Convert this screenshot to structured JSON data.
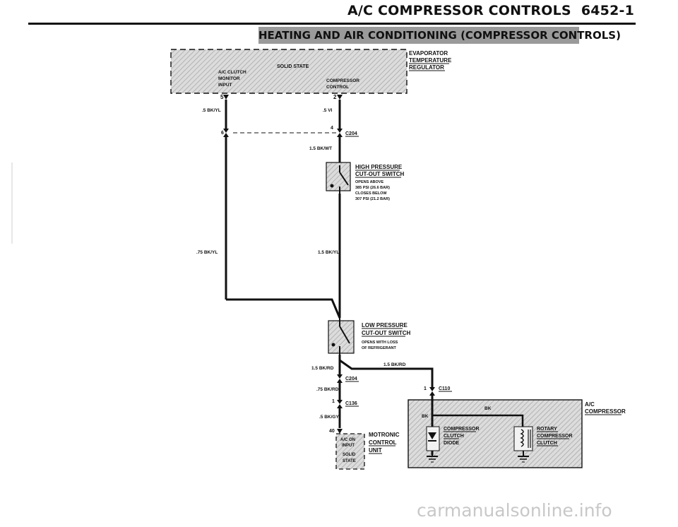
{
  "header": {
    "title": "A/C COMPRESSOR CONTROLS",
    "page_number": "6452-1"
  },
  "banner": "HEATING AND AIR CONDITIONING (COMPRESSOR CONTROLS)",
  "components": {
    "solid_state": "SOLID STATE",
    "ac_clutch_monitor": [
      "A/C CLUTCH",
      "MONITOR",
      "INPUT"
    ],
    "compressor_control": [
      "COMPRESSOR",
      "CONTROL"
    ],
    "evap_regulator": [
      "EVAPORATOR",
      "TEMPERATURE",
      "REGULATOR"
    ],
    "high_pressure_switch": {
      "title": [
        "HIGH PRESSURE",
        "CUT-OUT SWITCH"
      ],
      "notes": [
        "OPENS ABOVE",
        "385 PSI (26.6 BAR)",
        "CLOSES BELOW",
        "307 PSI (21.2 BAR)"
      ]
    },
    "low_pressure_switch": {
      "title": [
        "LOW PRESSURE",
        "CUT-OUT SWITCH"
      ],
      "notes": [
        "OPENS WITH LOSS",
        "OF REFRIGERANT"
      ]
    },
    "motronic": {
      "title": [
        "MOTRONIC",
        "CONTROL",
        "UNIT"
      ],
      "inner": [
        "A/C ON",
        "INPUT",
        "SOLID",
        "STATE"
      ]
    },
    "compressor_diode": [
      "COMPRESSOR",
      "CLUTCH",
      "DIODE"
    ],
    "rotary_clutch": [
      "ROTARY",
      "COMPRESSOR",
      "CLUTCH"
    ],
    "ac_compressor": [
      "A/C",
      "COMPRESSOR"
    ]
  },
  "wires": {
    "w_5bkyl": ".5 BK/YL",
    "w_5vi": ".5 VI",
    "w_15bkwt": "1.5 BK/WT",
    "w_75bkyl": ".75 BK/YL",
    "w_15bkyl": "1.5 BK/YL",
    "w_15bkrd_a": "1.5 BK/RD",
    "w_15bkrd_b": "1.5 BK/RD",
    "w_75bkrd": ".75 BK/RD",
    "w_5bkgy": ".5 BK/GY",
    "w_bk_a": "BK",
    "w_bk_b": "BK"
  },
  "connectors": {
    "c204_a": "C204",
    "c204_b": "C204",
    "c110": "C110",
    "c136": "C136"
  },
  "pins": {
    "p5": "5",
    "p2": "2",
    "p6": "6",
    "p4": "4",
    "p1a": "1",
    "p1b": "1",
    "p40": "40"
  },
  "watermark": "carmanualsonline.info"
}
